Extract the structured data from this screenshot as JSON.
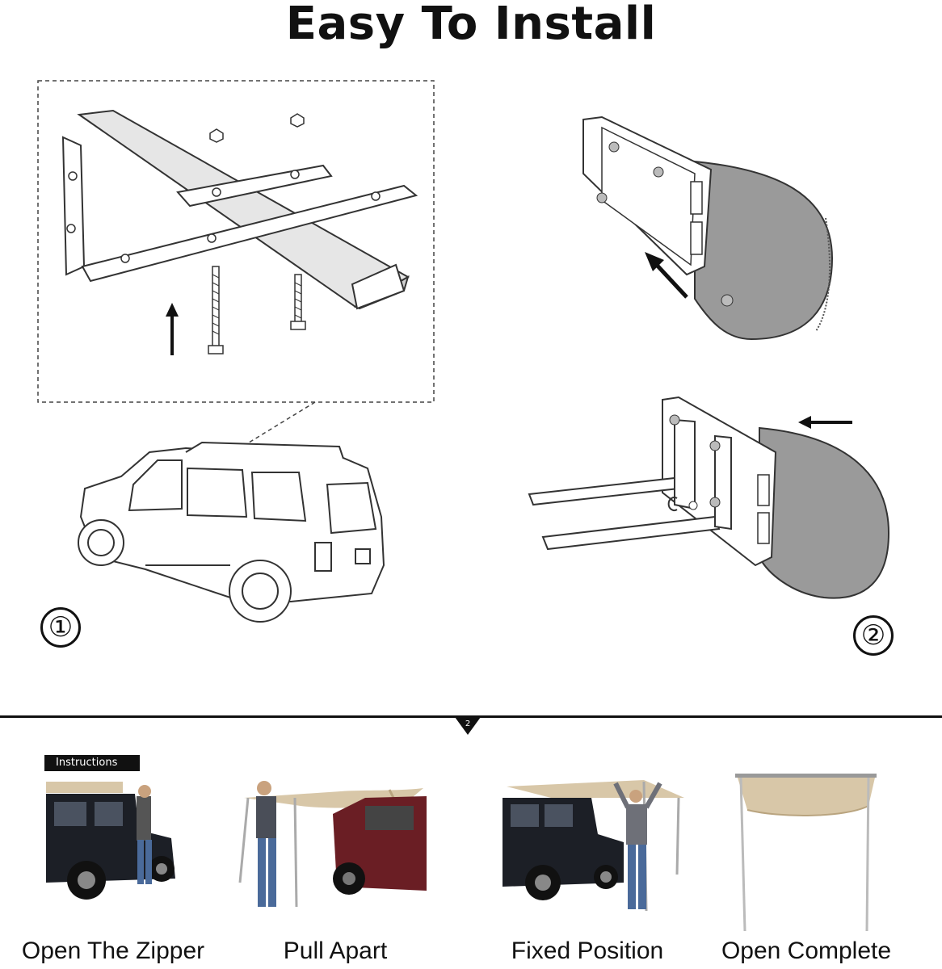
{
  "title": "Easy To Install",
  "step_labels": [
    "①",
    "②"
  ],
  "divider_badge": "2",
  "instructions_label": "Instructions",
  "captions": [
    "Open The Zipper",
    "Pull Apart",
    "Fixed Position",
    "Open Complete"
  ],
  "colors": {
    "awning": "#d8c7a8",
    "awning_dark": "#b9a47f",
    "fabric_gray": "#8d8d8d",
    "vehicle_dark": "#1c1f26",
    "vehicle_red": "#6a1e24"
  }
}
